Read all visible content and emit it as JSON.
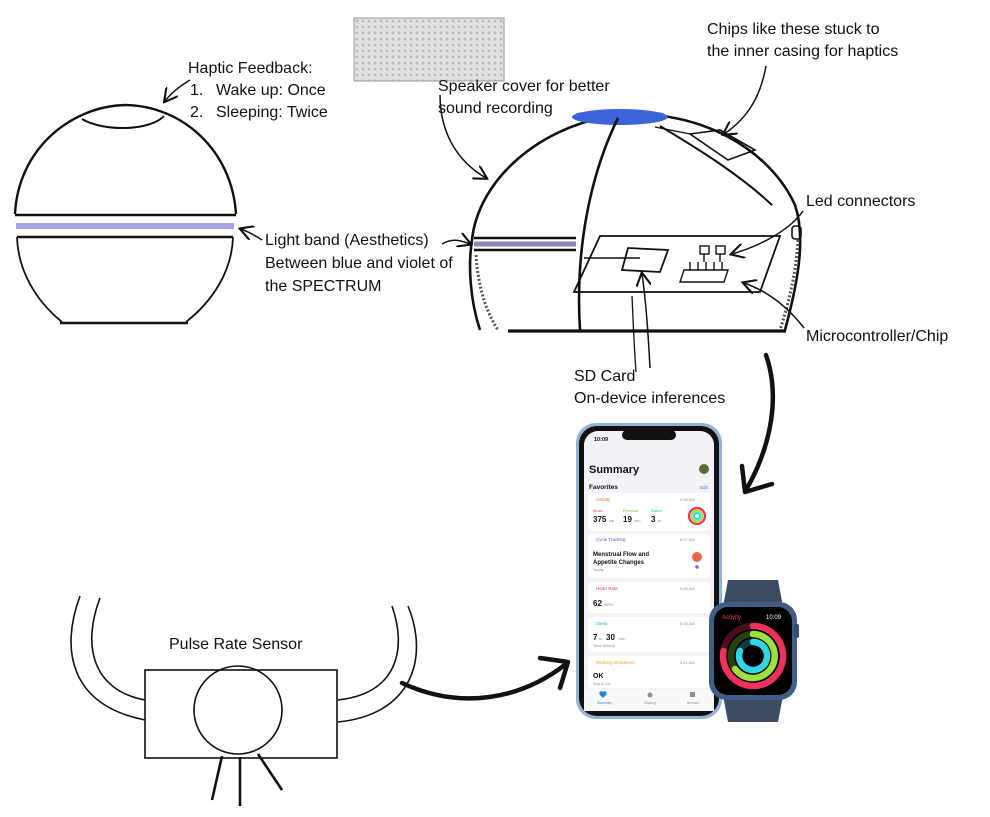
{
  "annotations": {
    "haptic_title": "Haptic Feedback:",
    "haptic_items": [
      {
        "num": "1.",
        "text": "Wake up: Once"
      },
      {
        "num": "2.",
        "text": "Sleeping: Twice"
      }
    ],
    "speaker_line1": "Speaker cover for better",
    "speaker_line2": "sound recording",
    "chips_line1": "Chips like these stuck to",
    "chips_line2": "the inner casing for haptics",
    "led": "Led connectors",
    "light_line1": "Light band (Aesthetics)",
    "light_line2": "Between blue and violet of",
    "light_line3": "the SPECTRUM",
    "micro": "Microcontroller/Chip",
    "sd_line1": "SD Card",
    "sd_line2": "On-device inferences",
    "pulse": "Pulse Rate Sensor"
  },
  "phone": {
    "time": "10:09",
    "title": "Summary",
    "favorites": "Favorites",
    "edit": "Edit",
    "activity": {
      "label": "Activity",
      "time": "9:36 AM",
      "move_label": "Move",
      "move_value": "375",
      "move_unit": "cal",
      "exercise_label": "Exercise",
      "exercise_value": "19",
      "exercise_unit": "min",
      "stand_label": "Stand",
      "stand_value": "3",
      "stand_unit": "hr"
    },
    "cycle": {
      "label": "Cycle Tracking",
      "time": "8:07 AM",
      "line1": "Menstrual Flow and",
      "line2": "Appetite Changes",
      "sub": "Today"
    },
    "heart": {
      "label": "Heart Rate",
      "time": "9:36 AM",
      "value": "62",
      "unit": "BPM"
    },
    "sleep": {
      "label": "Sleep",
      "time": "6:15 AM",
      "hours": "7",
      "hr_unit": "hr",
      "mins": "30",
      "min_unit": "min",
      "sub": "Time Asleep"
    },
    "walking": {
      "label": "Walking Steadiness",
      "time": "9:41 AM",
      "value": "OK",
      "sub": "Sep 8–14"
    },
    "tabs": [
      "Summary",
      "Sharing",
      "Browse"
    ]
  },
  "watch": {
    "title": "Activity",
    "time": "10:09"
  },
  "colors": {
    "speaker_blue": "#3c63d9",
    "light_band": "#a6a2ec",
    "band_right": "#8f86b8",
    "phone_frame": "#8fb4d8",
    "ring_move": "#f0325a",
    "ring_exercise": "#9be03c",
    "ring_stand": "#2fd6e8",
    "watch_case": "#3f5e86"
  }
}
